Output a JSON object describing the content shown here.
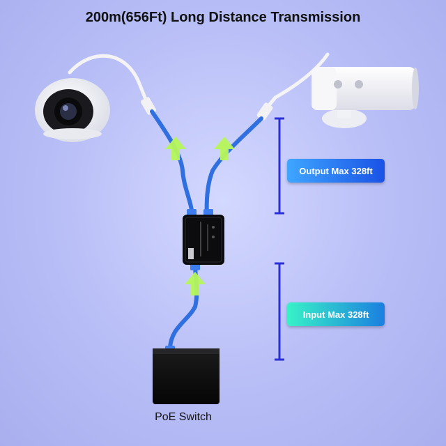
{
  "title": "200m(656Ft) Long Distance Transmission",
  "output_label": "Output Max 328ft",
  "input_label": "Input Max 328ft",
  "switch_label": "PoE Switch",
  "colors": {
    "cable": "#2f6fe0",
    "arrow": "#b6f55a",
    "bracket": "#2b2fd6",
    "device": "#0d0d0d"
  }
}
